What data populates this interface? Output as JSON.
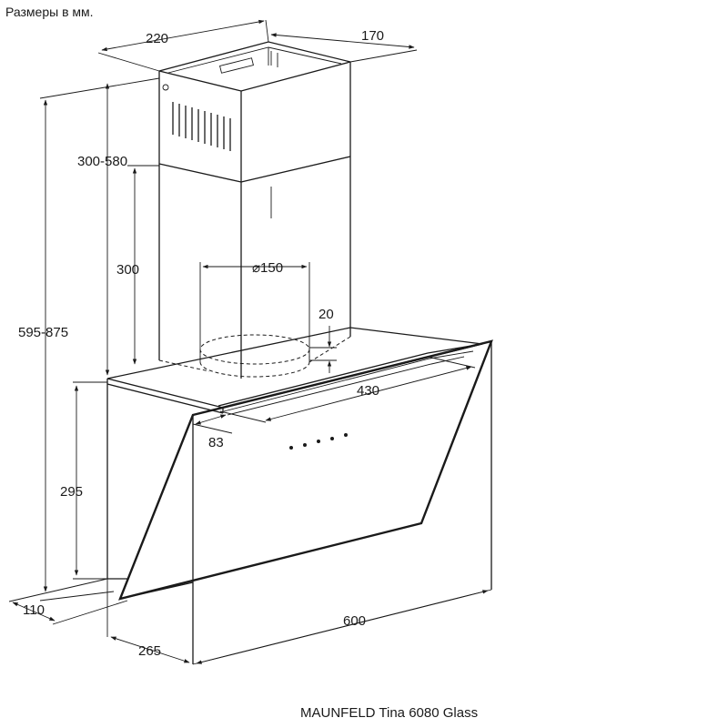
{
  "units_note": "Размеры в мм.",
  "product_name": "MAUNFELD Tina 6080 Glass",
  "dimensions": {
    "chimney_width": "220",
    "chimney_depth": "170",
    "chimney_height_range": "300-580",
    "chimney_lower": "300",
    "outlet_diameter": "⌀150",
    "outlet_offset": "20",
    "total_height_range": "595-875",
    "body_inner_width": "430",
    "front_offset": "83",
    "body_height": "295",
    "bottom_depth": "110",
    "width": "600",
    "depth": "265"
  }
}
